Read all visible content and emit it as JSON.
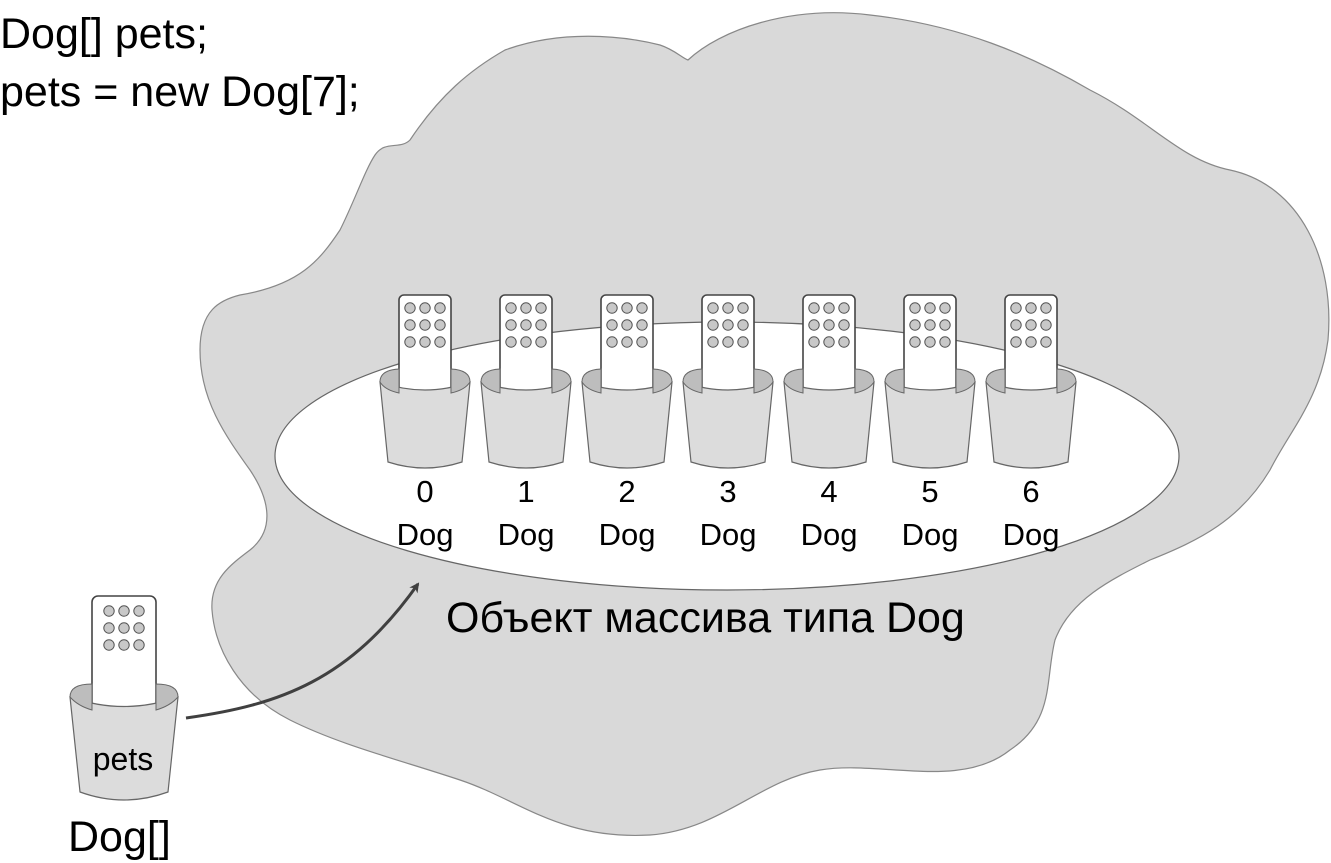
{
  "code": {
    "line1": "Dog[] pets;",
    "line2": "pets = new Dog[7];"
  },
  "array": {
    "caption": "Объект массива типа Dog",
    "element_type": "Dog",
    "cells": [
      {
        "index": "0",
        "type": "Dog"
      },
      {
        "index": "1",
        "type": "Dog"
      },
      {
        "index": "2",
        "type": "Dog"
      },
      {
        "index": "3",
        "type": "Dog"
      },
      {
        "index": "4",
        "type": "Dog"
      },
      {
        "index": "5",
        "type": "Dog"
      },
      {
        "index": "6",
        "type": "Dog"
      }
    ]
  },
  "reference": {
    "name": "pets",
    "type": "Dog[]"
  },
  "colors": {
    "heap": "#d9d9d9",
    "outline": "#555555",
    "cup": "#dcdcdc",
    "cup_mouth": "#bdbdbd",
    "remote": "#ffffff",
    "remote_button": "#c8c8c8",
    "arrow": "#404040"
  }
}
